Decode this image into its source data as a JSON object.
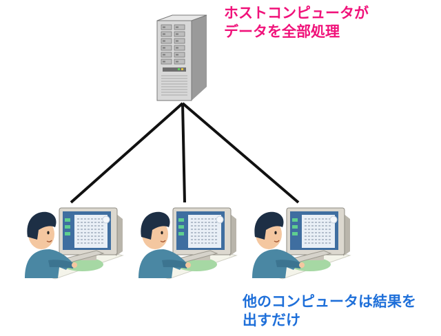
{
  "host": {
    "caption_line1": "ホストコンピュータが",
    "caption_line2": "データを全部処理",
    "caption_color": "#f0127a"
  },
  "clients": {
    "caption_line1": "他のコンピュータは結果を",
    "caption_line2": "出すだけ",
    "caption_color": "#1e6fd9",
    "count": 3
  },
  "colors": {
    "server_body": "#d8d8d8",
    "server_side": "#9a9a9a",
    "line": "#111111",
    "monitor": "#dcd8cf",
    "screen": "#3f6ea0",
    "document": "#e9eff6",
    "shirt": "#4a87a3",
    "hair": "#1d2f45",
    "skin": "#f4c7a0",
    "desk": "#f4f4ea",
    "mousepad": "#a6d8a4"
  }
}
